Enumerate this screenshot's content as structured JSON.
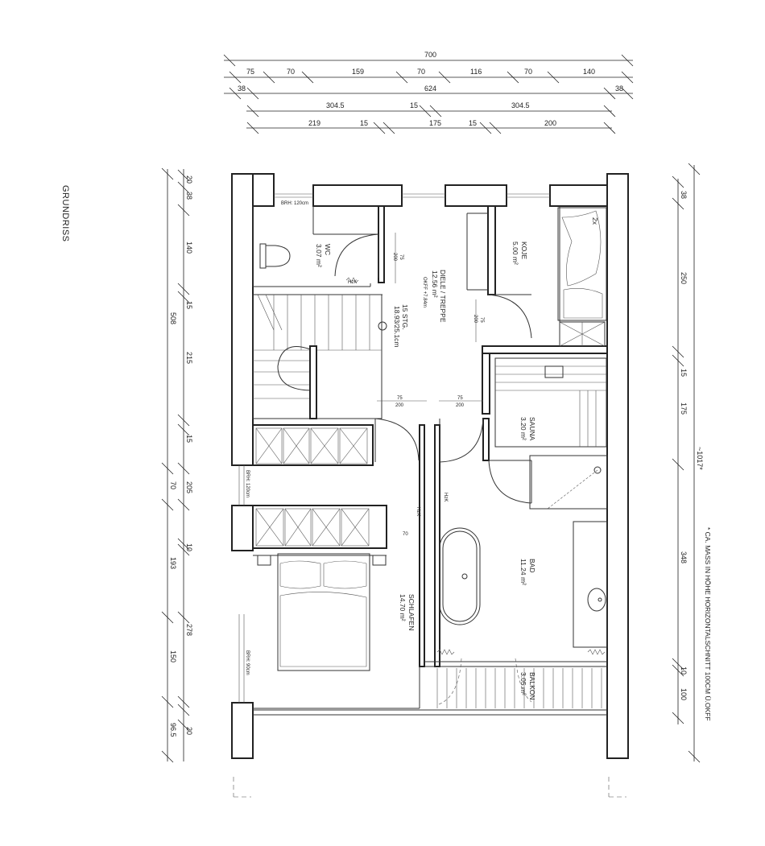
{
  "title": "GRUNDRISS",
  "note": "* CA. MASS IN HÖHE HORIZONTALSCHNITT 100CM Ü.OKFF",
  "dims_top": {
    "row1": [
      "700"
    ],
    "row2": [
      "75",
      "70",
      "159",
      "70",
      "116",
      "70",
      "140"
    ],
    "row3": [
      "38",
      "624",
      "38"
    ],
    "row4": [
      "304.5",
      "15",
      "304.5"
    ],
    "row5": [
      "219",
      "15",
      "175",
      "15",
      "200"
    ]
  },
  "dims_left": {
    "outer": [
      "508"
    ],
    "inner": [
      "20",
      "38",
      "140",
      "15",
      "215",
      "15",
      "205",
      "70",
      "10",
      "193",
      "278",
      "150",
      "96.5",
      "20"
    ]
  },
  "dims_right": {
    "inner": [
      "38",
      "250",
      "15",
      "175",
      "348",
      "10",
      "100"
    ],
    "outer": [
      "~1017*"
    ]
  },
  "rooms": [
    {
      "name": "WC",
      "area": "3.07 m²"
    },
    {
      "name": "DIELE / TREPPE",
      "area": "12.56 m²",
      "extra": "OKFF +7.84m"
    },
    {
      "name": "KOJE",
      "area": "5.00 m²"
    },
    {
      "name": "15 STG.",
      "area": "18.93/25.1cm"
    },
    {
      "name": "SAUNA",
      "area": "3.20 m²"
    },
    {
      "name": "BAD",
      "area": "11.24 m²"
    },
    {
      "name": "SCHLAFEN",
      "area": "14.70 m²"
    },
    {
      "name": "BALKON",
      "area": "3.05 m²"
    }
  ],
  "door_dims": [
    {
      "w": "75",
      "h": "200"
    },
    {
      "w": "75",
      "h": "200"
    },
    {
      "w": "75",
      "h": "200"
    },
    {
      "w": "75",
      "h": "200"
    }
  ],
  "small_labels": {
    "brh1": "BRH: 120cm",
    "brh2": "BRH: 120cm",
    "brh3": "BRH: 90cm",
    "hzk": "HzK",
    "seventy": "70",
    "koje_note": "2x"
  }
}
